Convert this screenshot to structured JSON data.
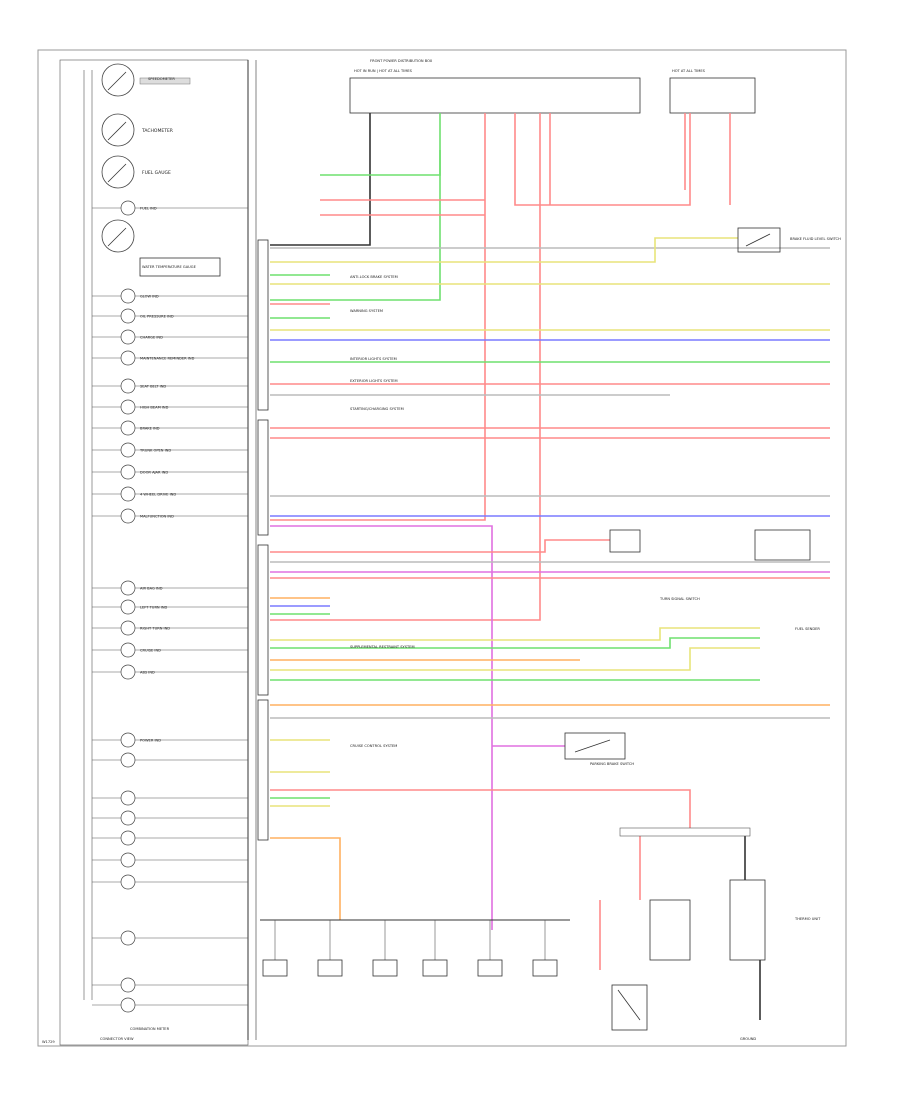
{
  "colors": {
    "red": "#ff8a8a",
    "green": "#6fe06f",
    "yellow": "#e8e47a",
    "blue": "#7a7aff",
    "magenta": "#e070e0",
    "orange": "#ffb060",
    "gray": "#bbbbbb",
    "black": "#333333"
  },
  "footer_code": "W1729",
  "connector_note": "CONNECTOR VIEW",
  "gauges": [
    "SPEEDOMETER",
    "TACHOMETER",
    "FUEL GAUGE",
    "WATER TEMPERATURE GAUGE"
  ],
  "indicators": [
    "FUEL IND",
    "GLOW IND",
    "OIL PRESSURE IND",
    "CHARGE IND",
    "MAINTENANCE REMINDER IND",
    "SEAT BELT IND",
    "HIGH BEAM IND",
    "BRAKE IND",
    "TRUNK OPEN IND",
    "DOOR AJAR IND",
    "4 WHEEL DRIVE IND",
    "MALFUNCTION IND",
    "AIR BAG IND",
    "LEFT TURN IND",
    "RIGHT TURN IND",
    "CRUISE IND",
    "ABS IND",
    "POWER IND"
  ],
  "top_fuse_label": "HOT IN RUN | HOT AT ALL TIMES",
  "right_fuse_label": "HOT AT ALL TIMES",
  "system_notes": [
    "ANTI-LOCK BRAKE SYSTEM",
    "WARNING SYSTEM",
    "INTERIOR LIGHTS SYSTEM",
    "EXTERIOR LIGHTS SYSTEM",
    "STARTING/CHARGING SYSTEM",
    "CRUISE CONTROL SYSTEM",
    "SUPPLEMENTAL RESTRAINT SYSTEM",
    "COMBINATION METER",
    "FRONT POWER DISTRIBUTION BOX",
    "BRAKE FLUID LEVEL SWITCH",
    "PARKING BRAKE SWITCH",
    "FUEL SENDER",
    "THERMO UNIT",
    "TURN SIGNAL SWITCH",
    "GROUND"
  ]
}
